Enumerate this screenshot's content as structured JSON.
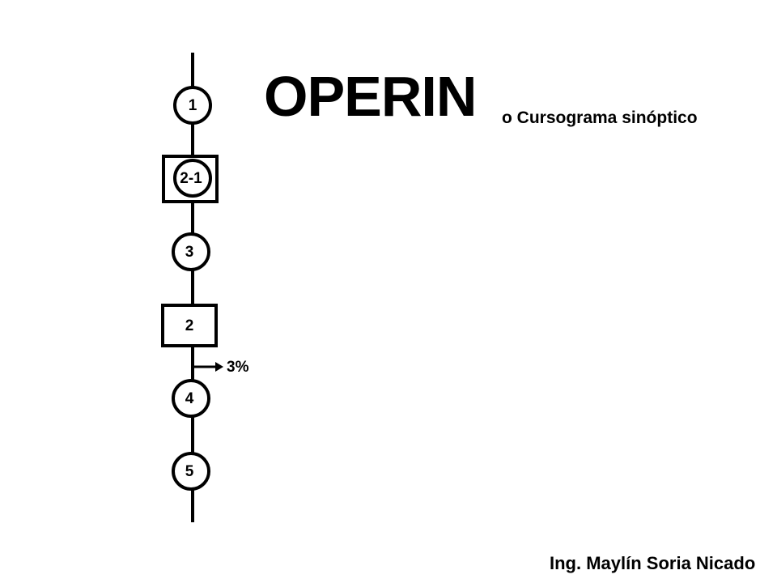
{
  "title": {
    "main": "OPERIN",
    "subtitle": "o Cursograma sinóptico"
  },
  "author": "Ing. Maylín Soria Nicado",
  "flow": {
    "nodes": [
      {
        "id": "1",
        "label": "1",
        "shape": "circle"
      },
      {
        "id": "2-1",
        "label": "2-1",
        "shape": "circle-in-square"
      },
      {
        "id": "3",
        "label": "3",
        "shape": "circle"
      },
      {
        "id": "2",
        "label": "2",
        "shape": "square"
      },
      {
        "id": "4",
        "label": "4",
        "shape": "circle"
      },
      {
        "id": "5",
        "label": "5",
        "shape": "circle"
      }
    ],
    "branch": {
      "label": "3%",
      "after_node": "2"
    }
  },
  "colors": {
    "stroke": "#000000",
    "fill": "#ffffff",
    "text": "#000000"
  }
}
